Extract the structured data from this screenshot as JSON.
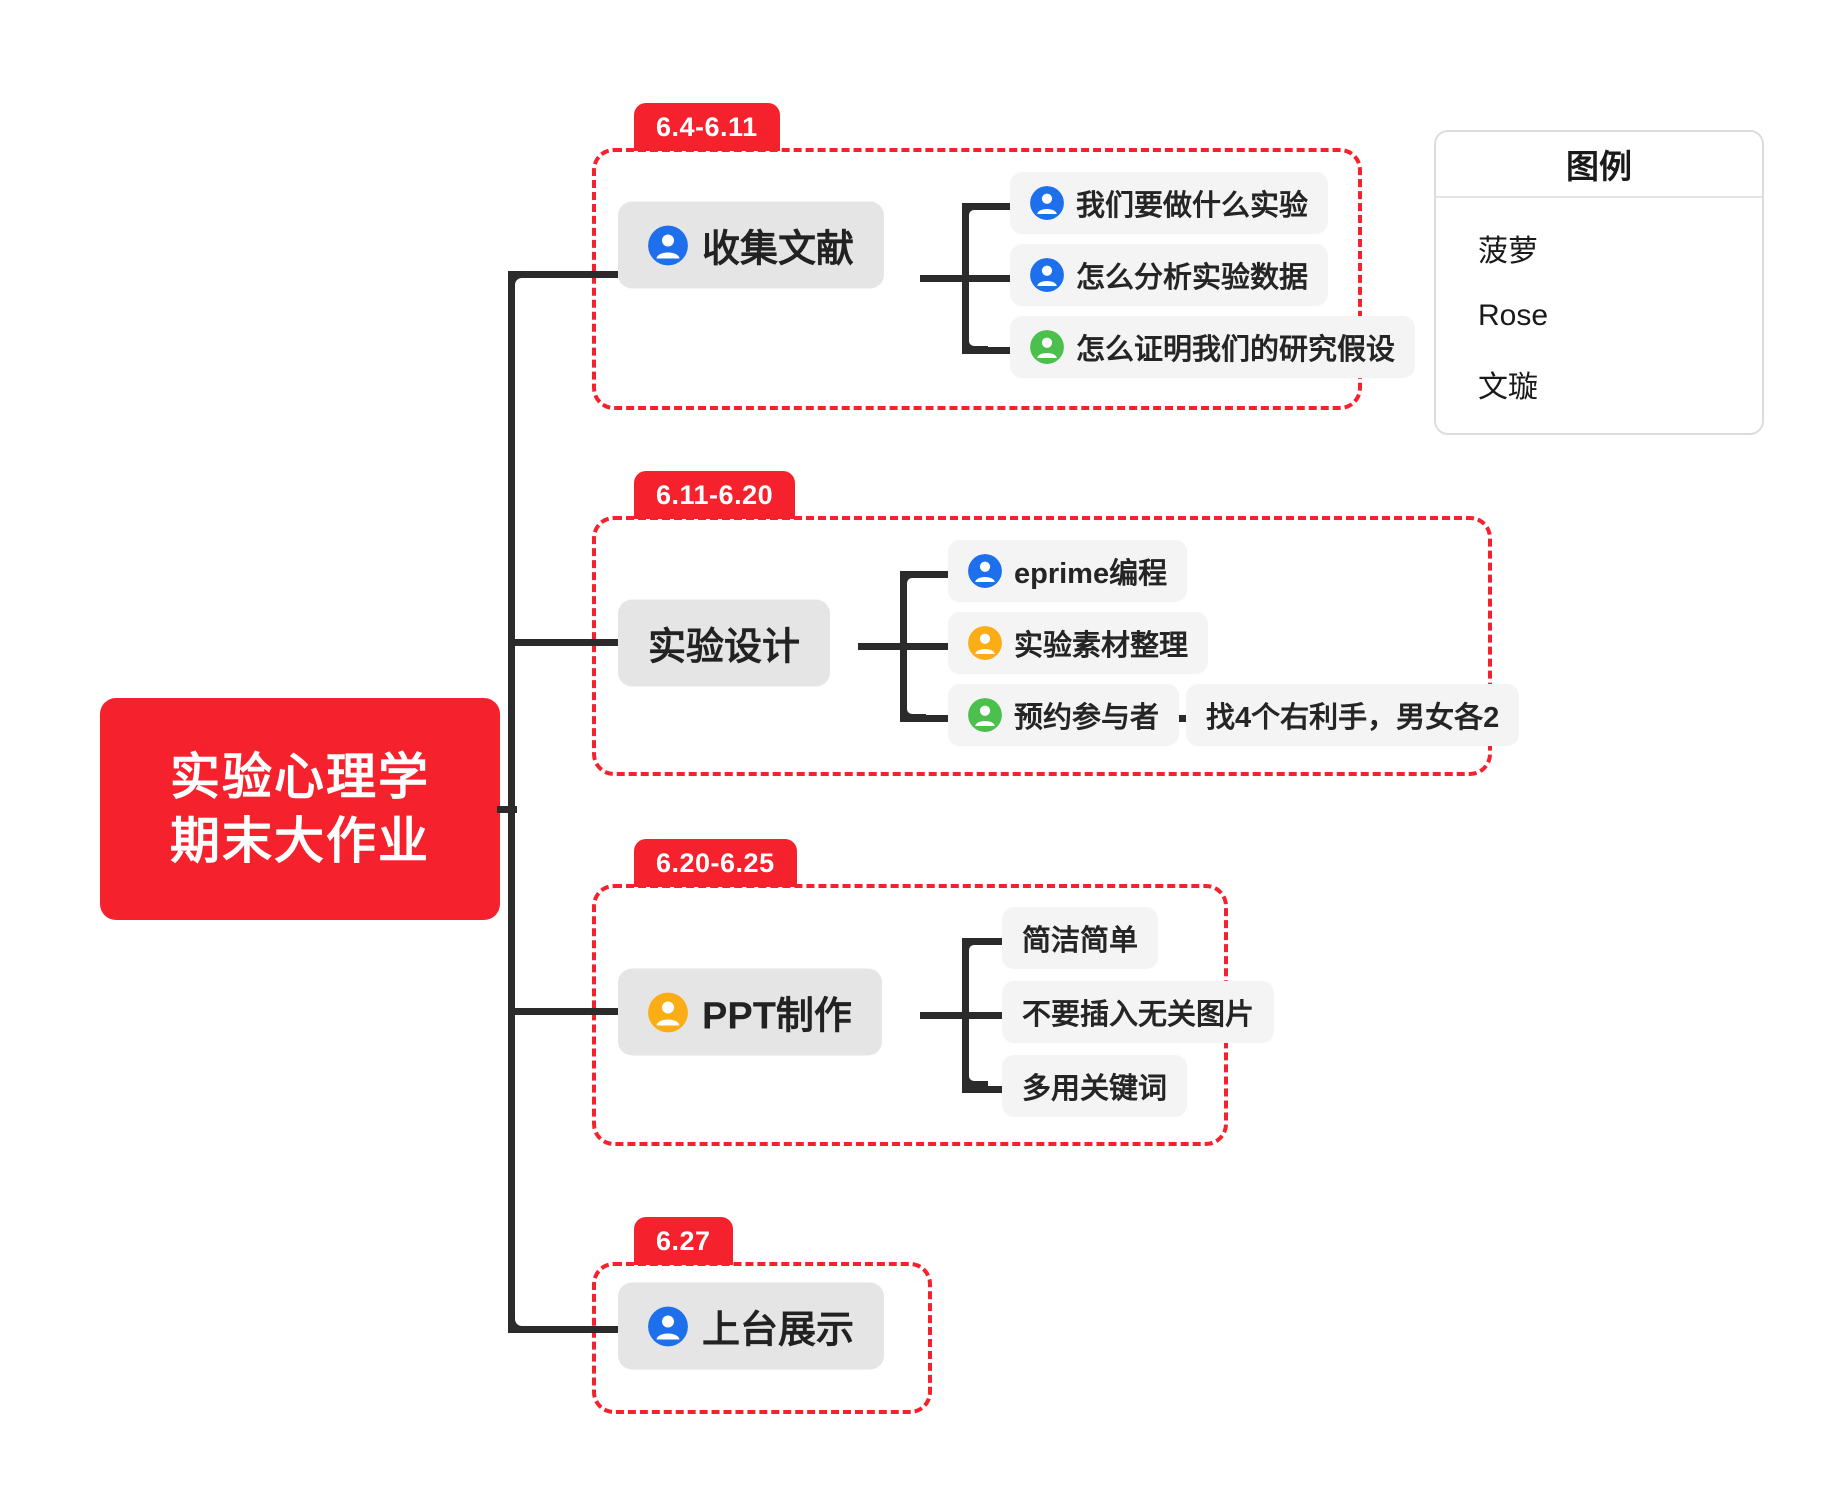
{
  "root": {
    "line1": "实验心理学",
    "line2": "期末大作业"
  },
  "colors": {
    "accent_red": "#F5222D",
    "avatar_orange": "#FAAD14",
    "avatar_blue": "#1E6FEB",
    "avatar_green": "#4CC04C",
    "parent_bg": "#E5E5E5",
    "child_bg": "#F4F4F5",
    "line": "#2B2B2B"
  },
  "branches": [
    {
      "date": "6.4-6.11",
      "title": "收集文献",
      "title_avatar": "avatar-blue-icon",
      "children": [
        {
          "label": "我们要做什么实验",
          "avatar": "avatar-blue-icon"
        },
        {
          "label": "怎么分析实验数据",
          "avatar": "avatar-blue-icon"
        },
        {
          "label": "怎么证明我们的研究假设",
          "avatar": "avatar-green-icon"
        }
      ]
    },
    {
      "date": "6.11-6.20",
      "title": "实验设计",
      "title_avatar": null,
      "children": [
        {
          "label": "eprime编程",
          "avatar": "avatar-blue-icon"
        },
        {
          "label": "实验素材整理",
          "avatar": "avatar-orange-icon"
        },
        {
          "label": "预约参与者",
          "avatar": "avatar-green-icon",
          "note": "找4个右利手，男女各2"
        }
      ]
    },
    {
      "date": "6.20-6.25",
      "title": "PPT制作",
      "title_avatar": "avatar-orange-icon",
      "children": [
        {
          "label": "简洁简单",
          "avatar": null
        },
        {
          "label": "不要插入无关图片",
          "avatar": null
        },
        {
          "label": "多用关键词",
          "avatar": null
        }
      ]
    },
    {
      "date": "6.27",
      "title": "上台展示",
      "title_avatar": "avatar-blue-icon",
      "children": []
    }
  ],
  "legend": {
    "title": "图例",
    "items": [
      {
        "name": "菠萝",
        "avatar": "avatar-orange-icon"
      },
      {
        "name": "Rose",
        "avatar": "avatar-blue-icon"
      },
      {
        "name": "文璇",
        "avatar": "avatar-green-icon"
      }
    ]
  }
}
